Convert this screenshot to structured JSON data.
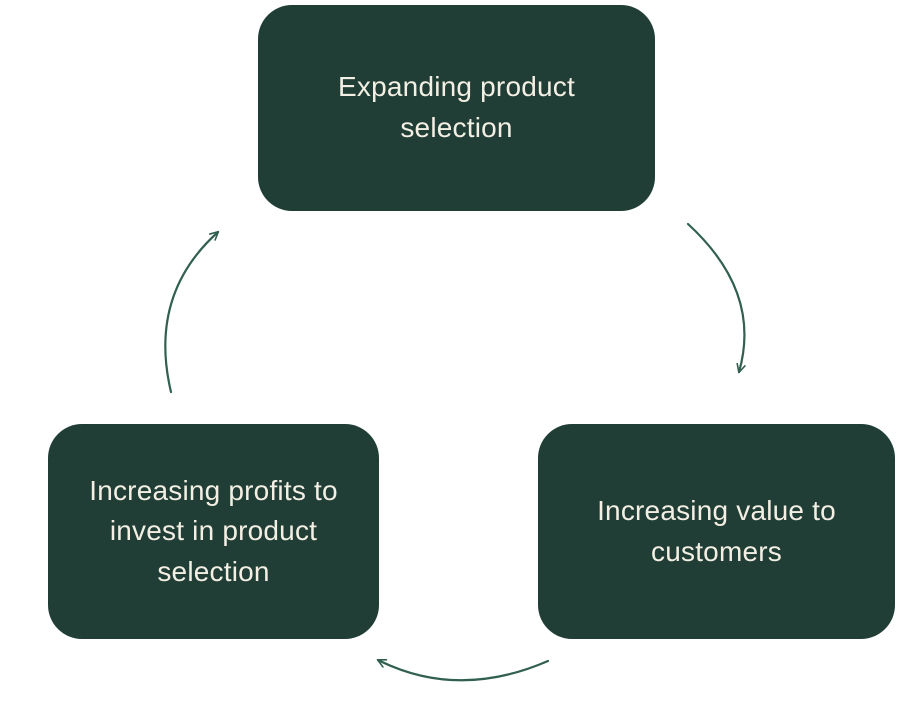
{
  "diagram": {
    "type": "cycle",
    "nodes": [
      {
        "id": "top",
        "label": "Expanding product selection"
      },
      {
        "id": "right",
        "label": "Increasing value to customers"
      },
      {
        "id": "left",
        "label": "Increasing profits to invest in product selection"
      }
    ],
    "edges": [
      {
        "from": "top",
        "to": "right"
      },
      {
        "from": "right",
        "to": "left"
      },
      {
        "from": "left",
        "to": "top"
      }
    ],
    "colors": {
      "node_fill": "#203e35",
      "node_text": "#f3efe4",
      "arrow": "#31604f",
      "background": "#ffffff"
    }
  }
}
